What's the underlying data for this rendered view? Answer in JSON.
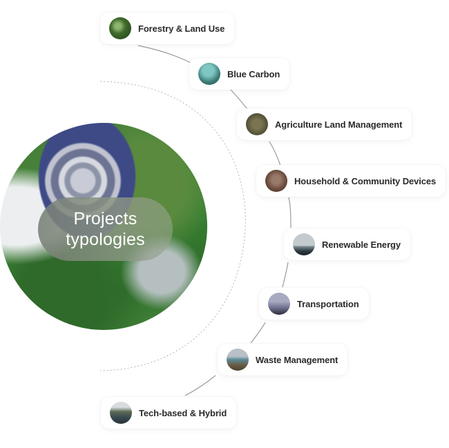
{
  "center": {
    "title_line1": "Projects",
    "title_line2": "typologies"
  },
  "typologies": [
    {
      "label": "Forestry & Land Use",
      "icon": "forest-photo-icon"
    },
    {
      "label": "Blue Carbon",
      "icon": "mangrove-photo-icon"
    },
    {
      "label": "Agriculture Land Management",
      "icon": "farmland-photo-icon"
    },
    {
      "label": "Household & Community Devices",
      "icon": "cookstove-photo-icon"
    },
    {
      "label": "Renewable Energy",
      "icon": "wind-farm-photo-icon"
    },
    {
      "label": "Transportation",
      "icon": "bicycle-photo-icon"
    },
    {
      "label": "Waste Management",
      "icon": "waste-photo-icon"
    },
    {
      "label": "Tech-based & Hybrid",
      "icon": "forest-tech-photo-icon"
    }
  ],
  "colors": {
    "card_bg": "#ffffff",
    "text": "#2a2a2a",
    "connector": "#9a9a9a",
    "dotted_arc": "#b0b0b0"
  }
}
